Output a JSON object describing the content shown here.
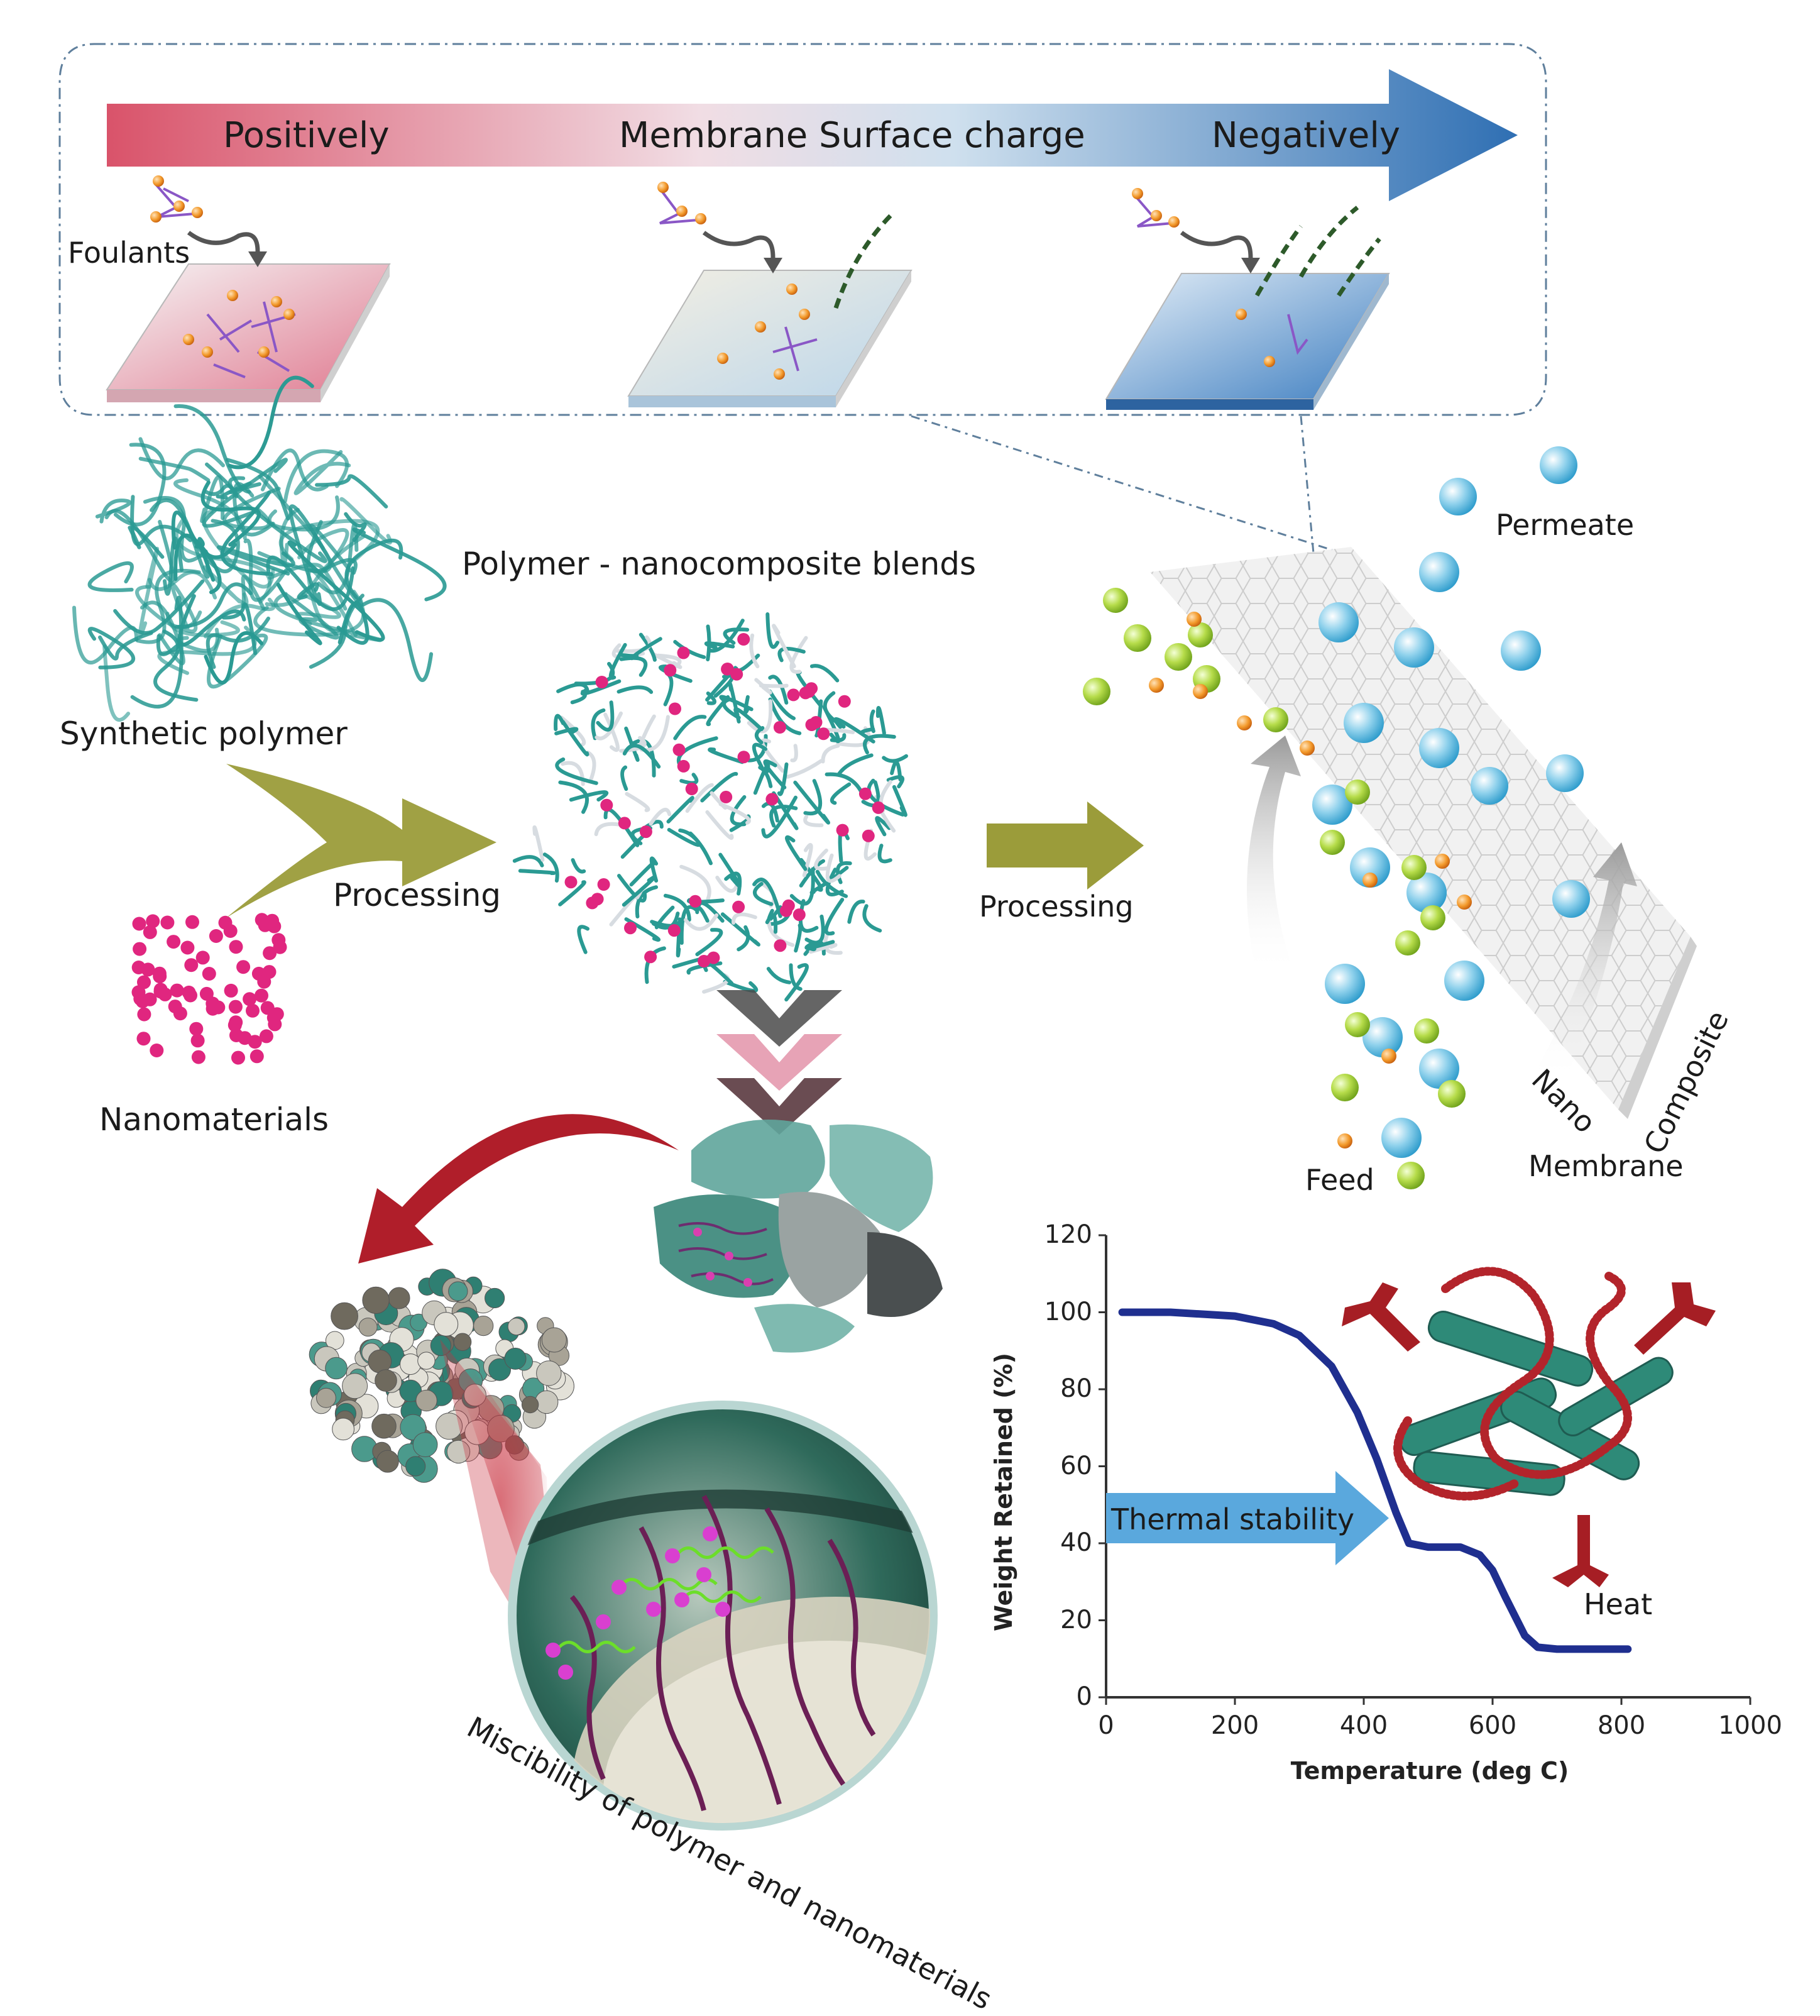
{
  "charge_bar": {
    "left_label": "Positively",
    "center_label": "Membrane Surface charge",
    "right_label": "Negatively",
    "color_positive": "#d9536a",
    "color_negative": "#2f6fb3"
  },
  "fouling": {
    "foulants_label": "Foulants"
  },
  "process": {
    "synthetic_polymer": "Synthetic polymer",
    "nanomaterials": "Nanomaterials",
    "processing_1": "Processing",
    "blend_title": "Polymer - nanocomposite blends",
    "processing_2": "Processing",
    "miscibility": "Miscibility of polymer and nanomaterials",
    "polymer_color": "#2a9a93",
    "nano_color": "#e0267f",
    "arrow_color": "#9b9c3a"
  },
  "membrane": {
    "permeate": "Permeate",
    "feed": "Feed",
    "nano": "Nano",
    "composite": "Composite",
    "membrane": "Membrane"
  },
  "thermal": {
    "thermal_stability": "Thermal stability",
    "heat": "Heat"
  },
  "chart_data": {
    "type": "line",
    "title": "",
    "xlabel": "Temperature (deg C)",
    "ylabel": "Weight Retained (%)",
    "xlim": [
      0,
      1000
    ],
    "ylim": [
      0,
      120
    ],
    "xticks": [
      "0",
      "200",
      "400",
      "600",
      "800",
      "1000"
    ],
    "yticks": [
      "0",
      "20",
      "40",
      "60",
      "80",
      "100",
      "120"
    ],
    "grid": false,
    "series": [
      {
        "x": [
          25,
          100,
          200,
          260,
          300,
          350,
          390,
          420,
          450,
          470,
          500,
          550,
          580,
          600,
          620,
          650,
          670,
          700,
          750,
          810
        ],
        "y": [
          100,
          100,
          99,
          97,
          94,
          86,
          74,
          62,
          48,
          40,
          39,
          39,
          37,
          33,
          26,
          16,
          13,
          12.5,
          12.5,
          12.5
        ]
      }
    ]
  }
}
